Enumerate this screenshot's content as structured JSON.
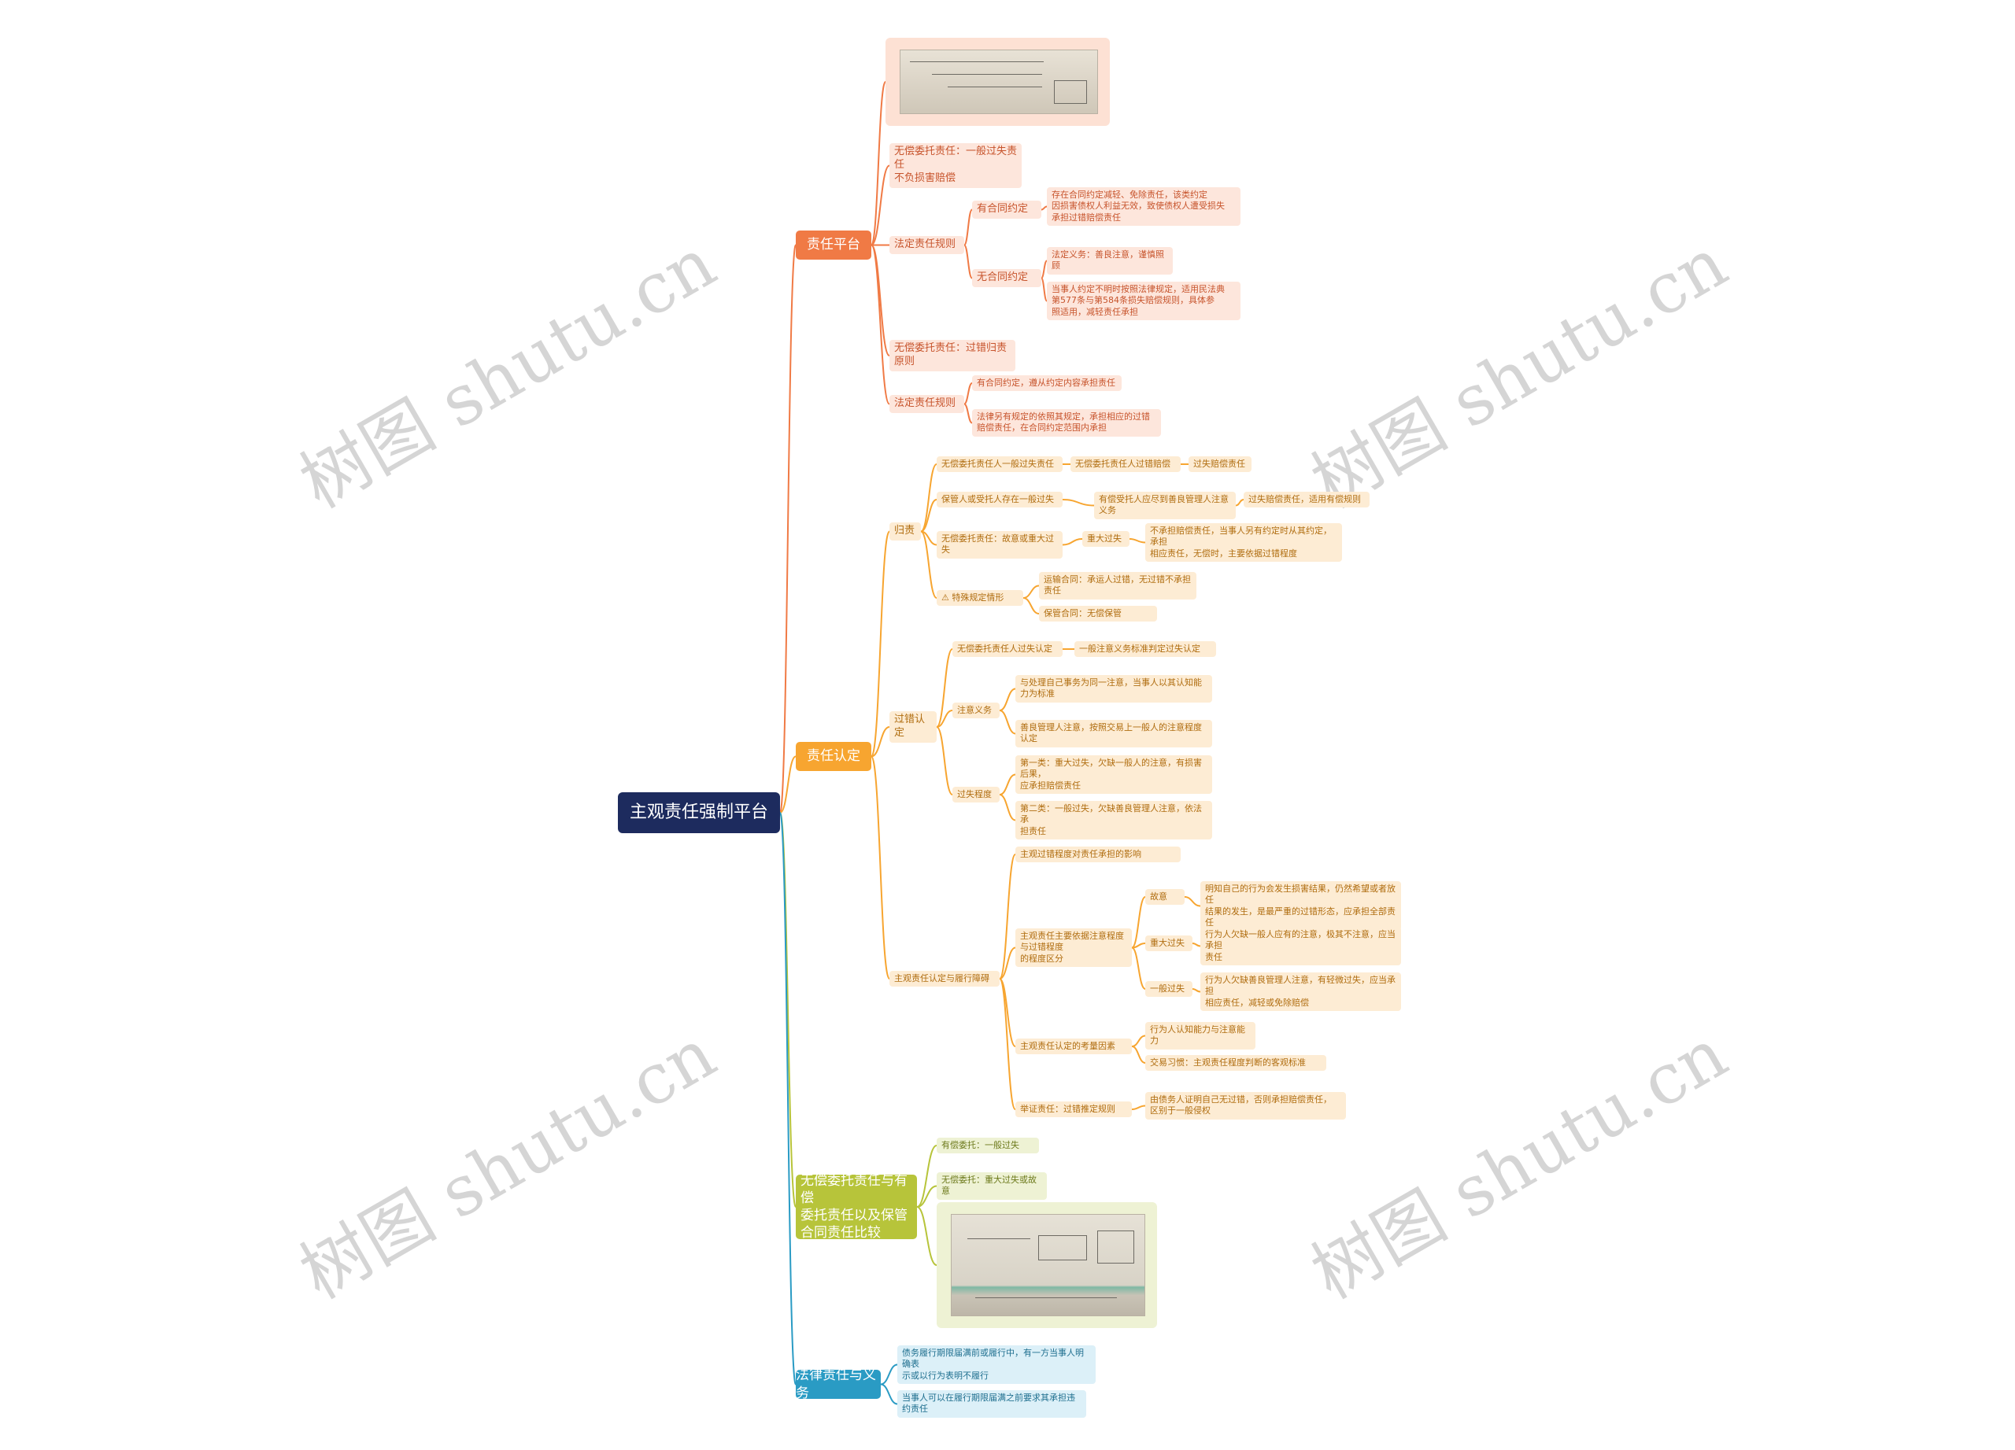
{
  "root": {
    "label": "主观责任强制平台"
  },
  "branches": {
    "b1": {
      "label": "责任平台",
      "color": "#f07a45",
      "n1": "无偿委托责任：一般过失责任\n不负损害赔偿",
      "n2": "法定责任规则",
      "n2a": "有合同约定",
      "n2a1": "存在合同约定减轻、免除责任，该类约定\n因损害债权人利益无效，致使债权人遭受损失\n承担过错赔偿责任",
      "n2b": "无合同约定",
      "n2b1": "法定义务：善良注意，谨慎照顾",
      "n2b2": "当事人约定不明时按照法律规定，适用民法典\n第577条与第584条损失赔偿规则，具体参\n照适用，减轻责任承担",
      "n3": "无偿委托责任：过错归责原则",
      "n4": "法定责任规则",
      "n4a": "有合同约定，遵从约定内容承担责任",
      "n4b": "法律另有规定的依照其规定，承担相应的过错\n赔偿责任，在合同约定范围内承担"
    },
    "b2": {
      "label": "责任认定",
      "color": "#f7a530",
      "p1": "归责",
      "p1a": "无偿委托责任人一般过失责任",
      "p1a1": "无偿委托责任人过错赔偿",
      "p1a2": "过失赔偿责任",
      "p1b": "保管人或受托人存在一般过失",
      "p1b1": "有偿受托人应尽到善良管理人注意义务",
      "p1b2": "过失赔偿责任，适用有偿规则",
      "p1c": "无偿委托责任：故意或重大过失",
      "p1c1": "重大过失",
      "p1c2": "不承担赔偿责任，当事人另有约定时从其约定，承担\n相应责任，无偿时，主要依据过错程度",
      "p1d": "⚠ 特殊规定情形",
      "p1d1": "运输合同：承运人过错，无过错不承担责任",
      "p1d2": "保管合同：无偿保管",
      "p2": "过错认定",
      "p2a": "无偿委托责任人过失认定",
      "p2a1": "一般注意义务标准判定过失认定",
      "p2b": "注意义务",
      "p2b1": "与处理自己事务为同一注意，当事人以其认知能\n力为标准",
      "p2b2": "善良管理人注意，按照交易上一般人的注意程度认定",
      "p2c": "过失程度",
      "p2c1": "第一类：重大过失，欠缺一般人的注意，有损害后果，\n应承担赔偿责任",
      "p2c2": "第二类：一般过失，欠缺善良管理人注意，依法承\n担责任",
      "p3": "主观责任认定与履行障碍",
      "p3a": "主观过错程度对责任承担的影响",
      "p3b": "主观责任主要依据注意程度与过错程度\n的程度区分",
      "p3b1": "故意",
      "p3b1t": "明知自己的行为会发生损害结果，仍然希望或者放任\n结果的发生，是最严重的过错形态，应承担全部责任",
      "p3b2": "重大过失",
      "p3b2t": "行为人欠缺一般人应有的注意，极其不注意，应当承担\n责任",
      "p3b3": "一般过失",
      "p3b3t": "行为人欠缺善良管理人注意，有轻微过失，应当承担\n相应责任，减轻或免除赔偿",
      "p3c": "主观责任认定的考量因素",
      "p3c1": "行为人认知能力与注意能力",
      "p3c2": "交易习惯：主观责任程度判断的客观标准",
      "p3d": "举证责任：过错推定规则",
      "p3d1": "由债务人证明自己无过错，否则承担赔偿责任，\n区别于一般侵权"
    },
    "b3": {
      "label": "无偿委托责任与有偿\n委托责任以及保管\n合同责任比较",
      "color": "#b7c43a",
      "q1": "有偿委托：一般过失",
      "q2": "无偿委托：重大过失或故意"
    },
    "b4": {
      "label": "法律责任与义务",
      "color": "#2a9bc4",
      "r1": "债务履行期限届满前或履行中，有一方当事人明确表\n示或以行为表明不履行",
      "r2": "当事人可以在履行期限届满之前要求其承担违约责任"
    }
  },
  "watermark": "树图 shutu.cn"
}
